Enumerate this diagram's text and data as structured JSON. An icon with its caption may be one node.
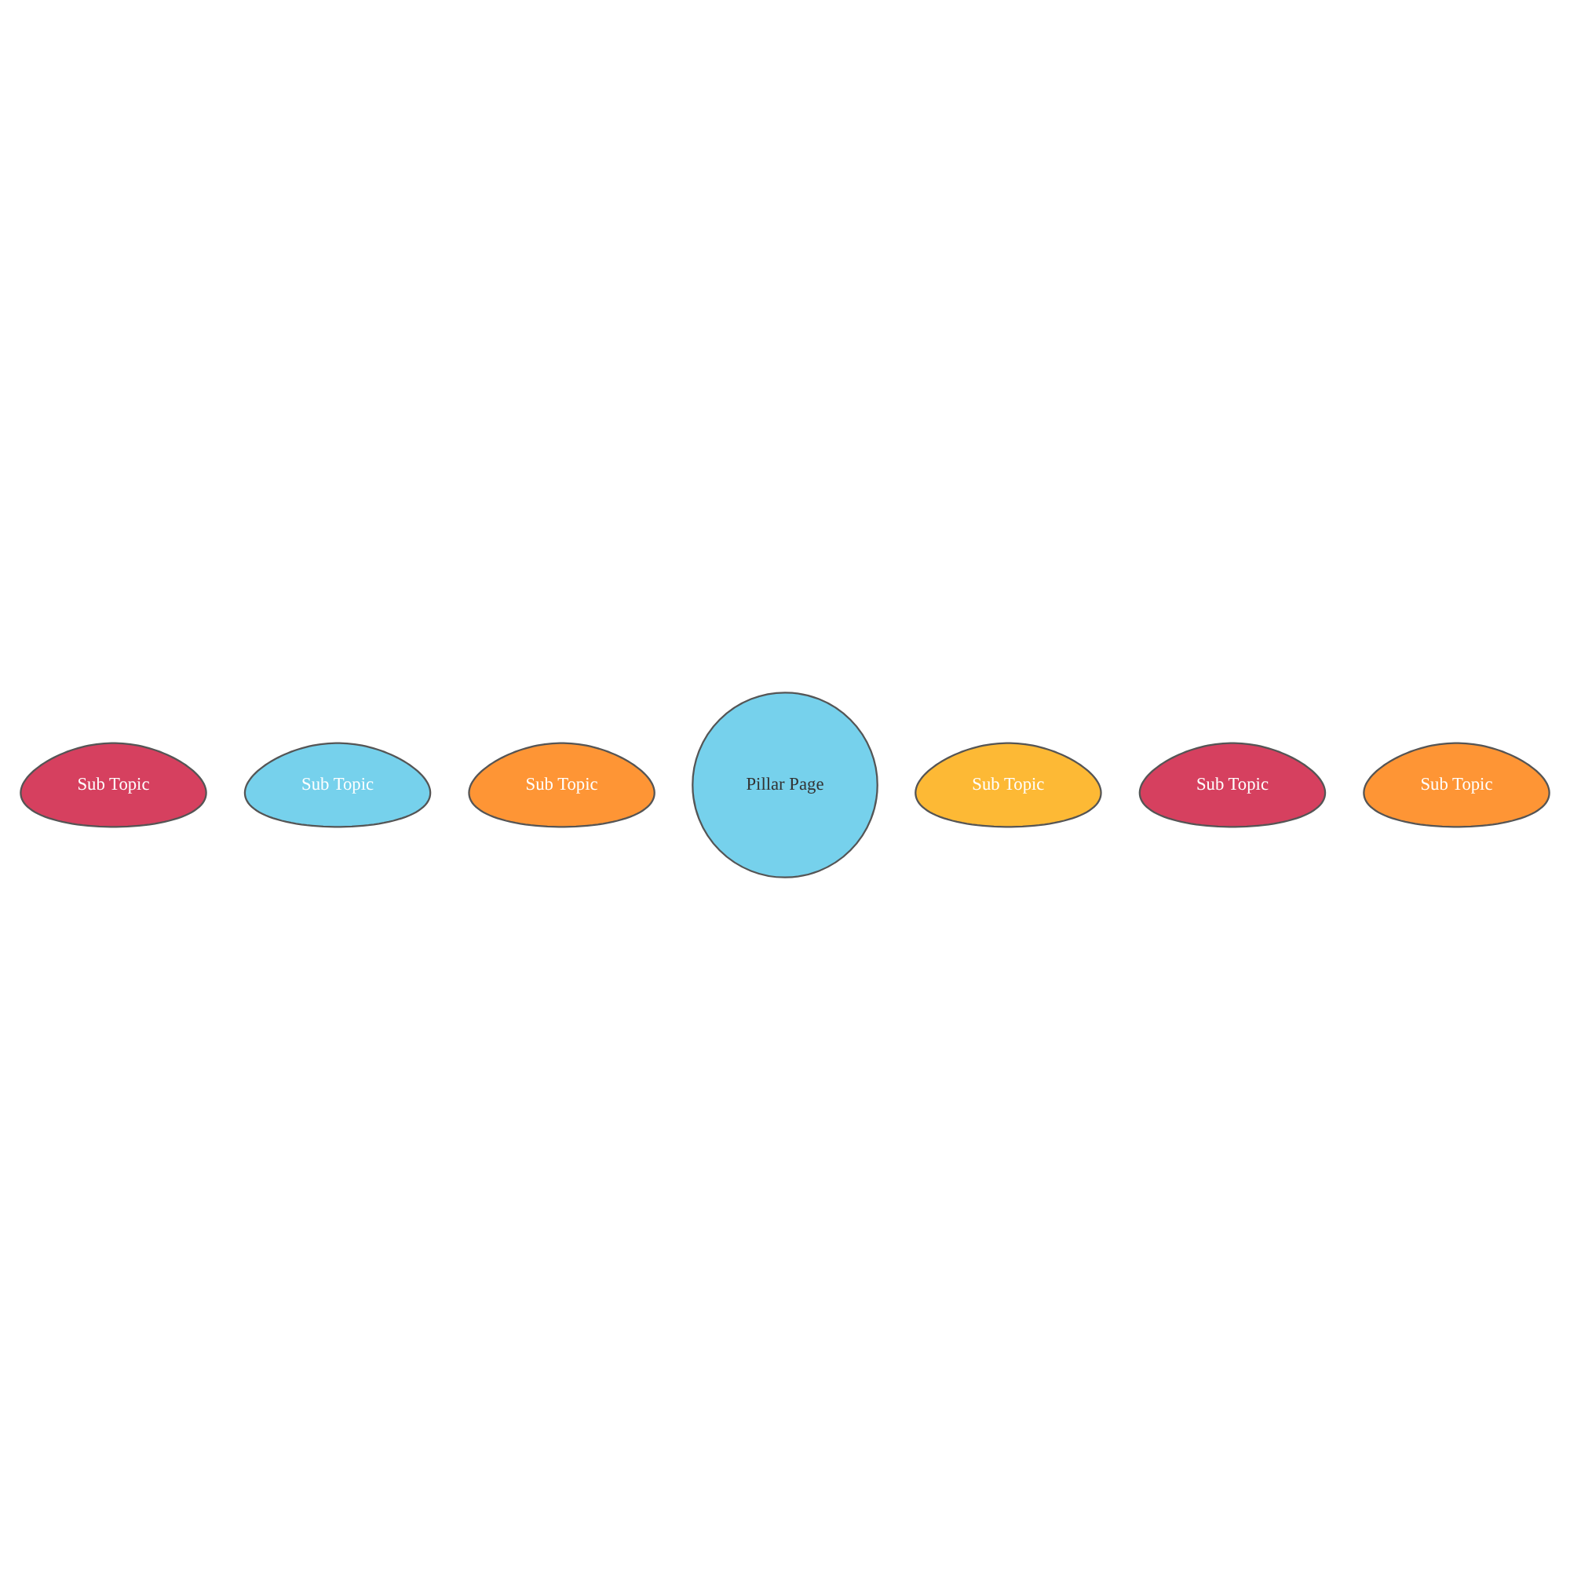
{
  "diagram": {
    "nodes": [
      {
        "text": [
          "Sub Topic"
        ]
      },
      {
        "text": [
          "Sub Topic"
        ]
      },
      {
        "text": [
          "Sub Topic"
        ]
      },
      {
        "text": [
          "Pillar Page"
        ]
      },
      {
        "text": [
          "Sub Topic"
        ]
      },
      {
        "text": [
          "Sub Topic"
        ]
      },
      {
        "text": [
          "Sub Topic"
        ]
      }
    ]
  }
}
